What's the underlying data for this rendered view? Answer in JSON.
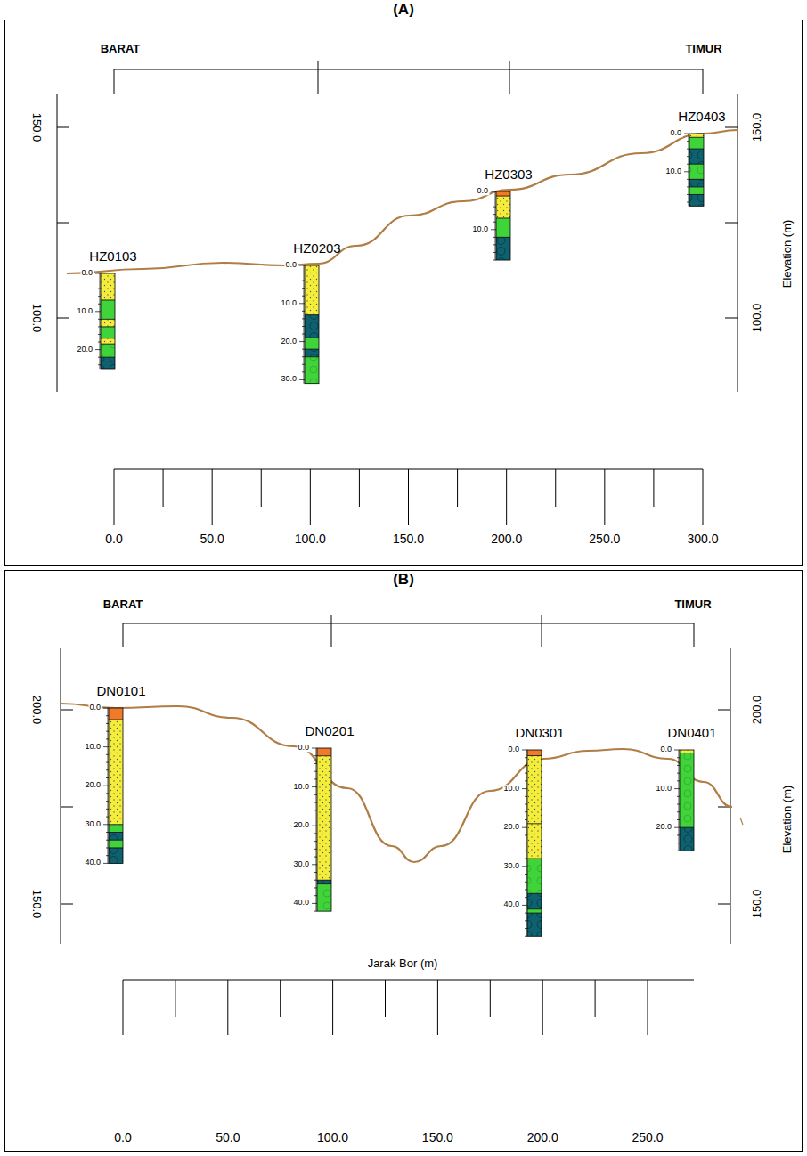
{
  "diagram": {
    "labels": [
      "(A)",
      "BARAT",
      "TIMUR",
      "150.0",
      "100.0",
      "150.0",
      "100.0",
      "Elevation (m)",
      "HZ0103",
      "0.0",
      "10.0",
      "20.0",
      "HZ0203",
      "0.0",
      "10.0",
      "20.0",
      "30.0",
      "HZ0303",
      "0.0",
      "10.0",
      "HZ0403",
      "0.0",
      "10.0",
      "0.0",
      "50.0",
      "100.0",
      "150.0",
      "200.0",
      "250.0",
      "300.0",
      "(B)",
      "BARAT",
      "TIMUR",
      "200.0",
      "150.0",
      "200.0",
      "150.0",
      "Elevation (m)",
      "DN0101",
      "0.0",
      "10.0",
      "20.0",
      "30.0",
      "40.0",
      "DN0201",
      "0.0",
      "10.0",
      "20.0",
      "30.0",
      "40.0",
      "DN0301",
      "0.0",
      "10.0",
      "20.0",
      "30.0",
      "40.0",
      "DN0401",
      "0.0",
      "10.0",
      "20.0",
      "Jarak Bor (m)",
      "0.0",
      "50.0",
      "100.0",
      "150.0",
      "200.0",
      "250.0"
    ]
  }
}
